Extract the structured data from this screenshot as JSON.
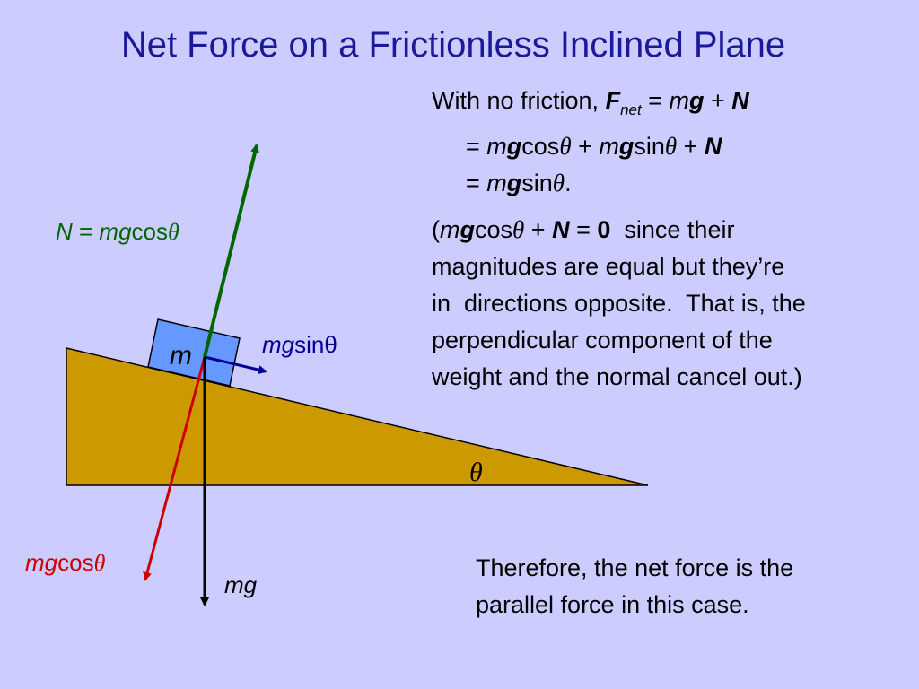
{
  "slide": {
    "title": "Net Force on a Frictionless Inclined Plane"
  },
  "explanation": {
    "line1_prefix": "With no friction, ",
    "F": "F",
    "net_sub": "net",
    "equals": " = ",
    "m": "m",
    "g": "g",
    "plus": " + ",
    "N": "N",
    "eq_sign": "= ",
    "cos": "cos",
    "sin": "sin",
    "theta": "θ",
    "period": ".",
    "paren_open": "(",
    "paren_eq": " = ",
    "zero": "0",
    "since_text": "  since their",
    "body_lines": [
      "magnitudes are equal but they’re",
      "in  directions opposite.  That is, the",
      "perpendicular component of the",
      "weight and the normal cancel out.)"
    ]
  },
  "conclusion": {
    "lines": [
      "Therefore, the net force is the",
      "parallel force in this case."
    ]
  },
  "diagram": {
    "mass_label": "m",
    "angle_label": "θ",
    "normal_label": {
      "N": "N",
      "eq": " = ",
      "mg": "mg",
      "cos": "cos",
      "theta": "θ"
    },
    "parallel_label": {
      "mg": "mg",
      "sin": "sin",
      "theta": "θ"
    },
    "perp_label": {
      "mg": "mg",
      "cos": "cos",
      "theta": "θ"
    },
    "weight_label": "mg"
  },
  "colors": {
    "background": "#ccccff",
    "title": "#1a1a99",
    "incline_fill": "#cc9900",
    "block_fill": "#6699ff",
    "normal_arrow": "#006600",
    "parallel_arrow": "#000099",
    "perp_arrow": "#cc0000",
    "weight_arrow": "#000000"
  }
}
